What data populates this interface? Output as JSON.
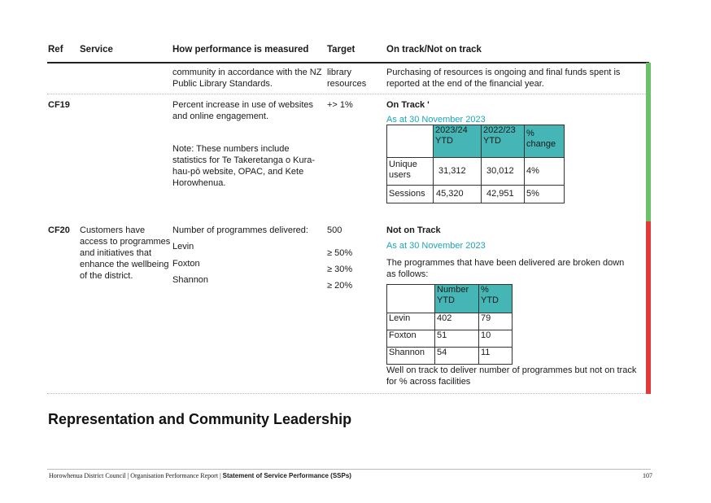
{
  "header": {
    "ref": "Ref",
    "service": "Service",
    "measure": "How performance is measured",
    "target": "Target",
    "status": "On track/Not on track"
  },
  "row_prev": {
    "measure": "community in accordance with the NZ Public Library Standards.",
    "target": "library resources",
    "status": "Purchasing of resources is ongoing and final funds spent is reported at the end of the financial year."
  },
  "cf19": {
    "ref": "CF19",
    "measure": "Percent increase in use of websites and online engagement.",
    "note": "Note: These numbers include statistics for Te Takeretanga o Kura-hau-pō website, OPAC, and Kete Horowhenua.",
    "target": "+> 1%",
    "status": "On Track '",
    "as_at": "As at 30 November 2023",
    "table": {
      "headers": [
        "",
        "2023/24\nYTD",
        "2022/23\nYTD",
        "%\nchange"
      ],
      "rows": [
        [
          "Unique users",
          "31,312",
          "30,012",
          "4%"
        ],
        [
          "Sessions",
          "45,320",
          "42,951",
          "5%"
        ]
      ]
    },
    "bar_color": "#6cc06c"
  },
  "cf20": {
    "ref": "CF20",
    "service": "Customers have access to programmes and initiatives that enhance the wellbeing of the district.",
    "measure_title": "Number of programmes delivered:",
    "measure_items": [
      "Levin",
      "Foxton",
      "Shannon"
    ],
    "target_title": "500",
    "target_items": [
      "≥ 50%",
      "≥ 30%",
      "≥ 20%"
    ],
    "status": "Not on Track",
    "as_at": "As at 30 November 2023",
    "intro": "The programmes that have been delivered are broken down as follows:",
    "table": {
      "headers": [
        "",
        "Number\nYTD",
        "%\nYTD"
      ],
      "rows": [
        [
          "Levin",
          "402",
          "79"
        ],
        [
          "Foxton",
          "51",
          "10"
        ],
        [
          "Shannon",
          "54",
          "11"
        ]
      ]
    },
    "conclusion": "Well on track to deliver number of programmes but not on track for % across facilities",
    "bar_color": "#e03a3a"
  },
  "section_title": "Representation and Community Leadership",
  "footer": {
    "org": "Horowhenua District Council | Organisation Performance Report | ",
    "doc": "Statement of Service Performance (SSPs)",
    "page": "107"
  }
}
